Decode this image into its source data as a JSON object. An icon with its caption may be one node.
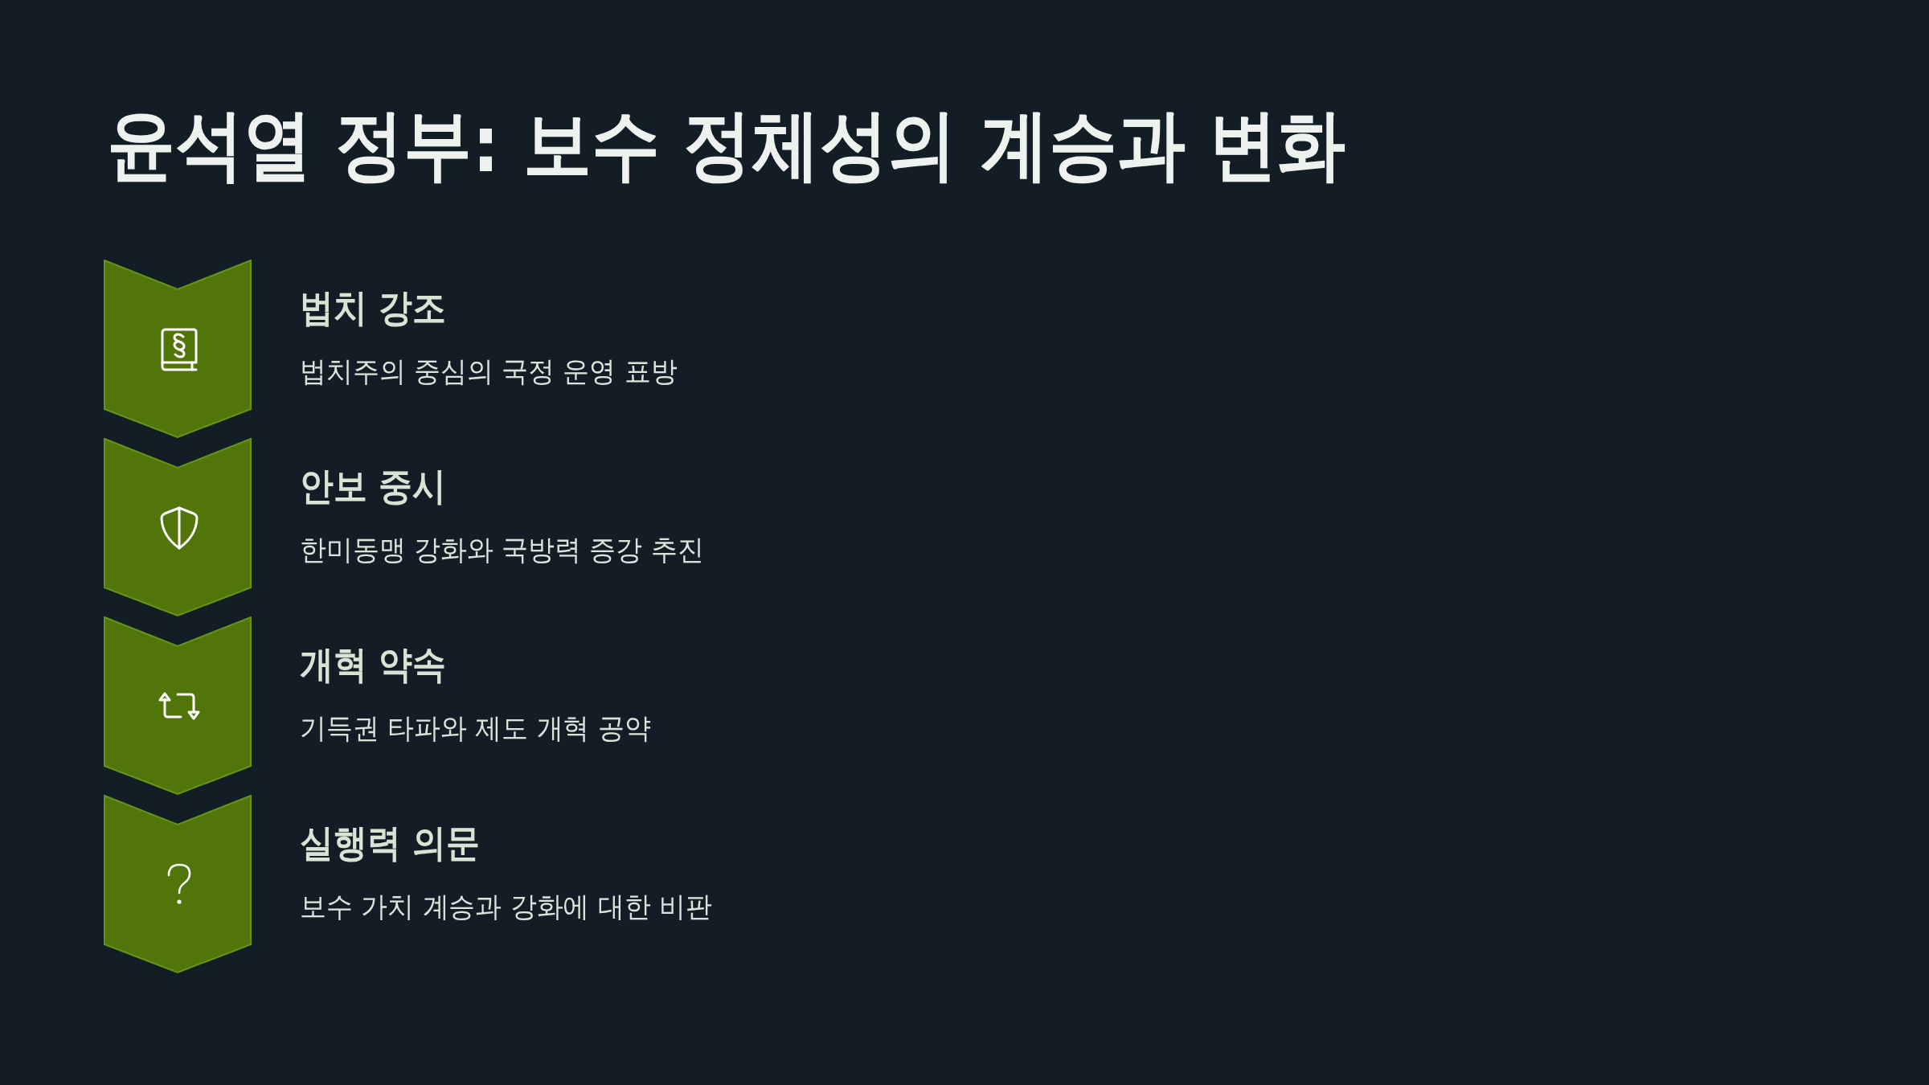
{
  "diagram": {
    "title": "윤석열 정부: 보수 정체성의 계승과 변화",
    "nodes": [
      {
        "text": [
          "법치 강조",
          "법치주의 중심의 국정 운영 표방"
        ]
      },
      {
        "text": [
          "안보 중시",
          "한미동맹 강화와 국방력 증강 추진"
        ]
      },
      {
        "text": [
          "개혁 약속",
          "기득권 타파와 제도 개혁 공약"
        ]
      },
      {
        "text": [
          "실행력 의문",
          "보수 가치 계승과 강화에 대한 비판"
        ]
      }
    ]
  }
}
